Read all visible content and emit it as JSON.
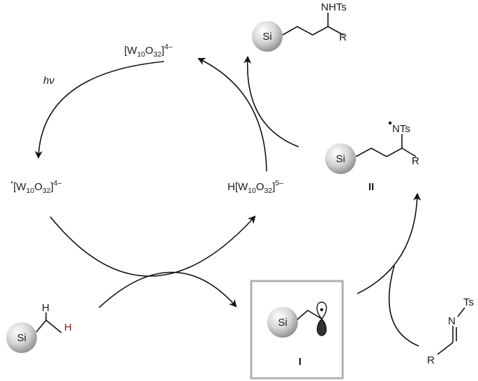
{
  "catalyst": {
    "ground_state": {
      "prefix": "[W",
      "sub1": "10",
      "mid": "O",
      "sub2": "32",
      "suffix": "]",
      "charge": "4–"
    },
    "excited_state": {
      "star": "*",
      "prefix": "[W",
      "sub1": "10",
      "mid": "O",
      "sub2": "32",
      "suffix": "]",
      "charge": "4–"
    },
    "reduced_state": {
      "prefix": "H[W",
      "sub1": "10",
      "mid": "O",
      "sub2": "32",
      "suffix": "]",
      "charge": "5–"
    },
    "light_label": "hν"
  },
  "substrate": {
    "si_label": "Si",
    "h_top": "H",
    "h_red": "H",
    "h_red_color": "#8b1a1a"
  },
  "intermediate_I": {
    "si_label": "Si",
    "label": "I",
    "box_color": "#b0b0b0"
  },
  "intermediate_II": {
    "si_label": "Si",
    "n_label": "NTs",
    "r_label": "R",
    "label": "II"
  },
  "product": {
    "si_label": "Si",
    "n_label": "NHTs",
    "r_label": "R"
  },
  "imine": {
    "n_label": "N",
    "ts_label": "Ts",
    "r_label": "R"
  }
}
